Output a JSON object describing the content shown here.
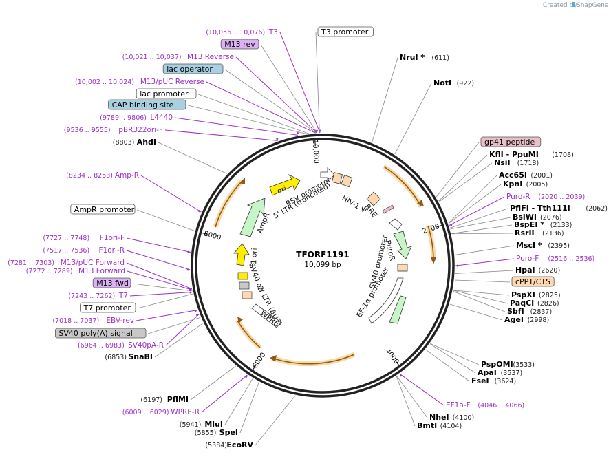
{
  "credit": {
    "text": "Created by",
    "brand": "SnapGene"
  },
  "plasmid": {
    "name": "TFORF1191",
    "length": "10,099 bp",
    "size": 10099
  },
  "colors": {
    "primer": "#9b30c8",
    "arrow_yellow": "#ffee00",
    "arrow_green": "#c8f5c8",
    "orange_arrow": "#f5a000",
    "box_purple": "#dab2f2",
    "box_blue": "#a8d0e0",
    "box_peach": "#fcd9b0",
    "box_rose": "#e8c0c8",
    "box_grey": "#c8c8c8"
  },
  "ticks": [
    {
      "pos": 2000,
      "label": "2000"
    },
    {
      "pos": 4000,
      "label": "4000"
    },
    {
      "pos": 6000,
      "label": "6000"
    },
    {
      "pos": 8000,
      "label": "8000"
    },
    {
      "pos": 10000,
      "label": "10,000"
    }
  ],
  "sites": [
    {
      "id": "s1",
      "name": "NruI *",
      "pos": "(611)",
      "kind": "enzyme",
      "at": 611
    },
    {
      "id": "s2",
      "name": "NotI",
      "pos": "(922)",
      "kind": "enzyme",
      "at": 922
    },
    {
      "id": "s3",
      "name": "gp41 peptide",
      "pos": "",
      "kind": "box",
      "box": "rose",
      "at": 1650
    },
    {
      "id": "s4",
      "name": "KflI  - PpuMI",
      "pos": "(1708)",
      "kind": "enzyme",
      "at": 1708
    },
    {
      "id": "s5",
      "name": "NsiI",
      "pos": "(1718)",
      "kind": "enzyme",
      "at": 1718
    },
    {
      "id": "s6",
      "name": "Acc65I",
      "pos": "(2001)",
      "kind": "enzyme",
      "at": 2001
    },
    {
      "id": "s7",
      "name": "KpnI",
      "pos": "(2005)",
      "kind": "enzyme",
      "at": 2005
    },
    {
      "id": "s8",
      "name": "Puro-R",
      "pos": "(2020 .. 2039)",
      "kind": "primer",
      "at": 2030
    },
    {
      "id": "s9",
      "name": "PflFI  - Tth111I",
      "pos": "(2062)",
      "kind": "enzyme",
      "at": 2062
    },
    {
      "id": "s10",
      "name": "BsiWI",
      "pos": "(2076)",
      "kind": "enzyme",
      "at": 2076
    },
    {
      "id": "s11",
      "name": "BspEI *",
      "pos": "(2133)",
      "kind": "enzyme",
      "at": 2133
    },
    {
      "id": "s12",
      "name": "RsrII",
      "pos": "(2136)",
      "kind": "enzyme",
      "at": 2136
    },
    {
      "id": "s13",
      "name": "MscI *",
      "pos": "(2395)",
      "kind": "enzyme",
      "at": 2395
    },
    {
      "id": "s14",
      "name": "Puro-F",
      "pos": "(2516 .. 2536)",
      "kind": "primer",
      "at": 2526
    },
    {
      "id": "s15",
      "name": "HpaI",
      "pos": "(2620)",
      "kind": "enzyme",
      "at": 2620
    },
    {
      "id": "s16",
      "name": "cPPT/CTS",
      "pos": "",
      "kind": "box",
      "box": "peach",
      "at": 2700
    },
    {
      "id": "s17",
      "name": "PspXI",
      "pos": "(2825)",
      "kind": "enzyme",
      "at": 2825
    },
    {
      "id": "s18",
      "name": "PaqCI",
      "pos": "(2826)",
      "kind": "enzyme",
      "at": 2826
    },
    {
      "id": "s19",
      "name": "SbfI",
      "pos": "(2837)",
      "kind": "enzyme",
      "at": 2837
    },
    {
      "id": "s20",
      "name": "AgeI",
      "pos": "(2998)",
      "kind": "enzyme",
      "at": 2998
    },
    {
      "id": "s21",
      "name": "PspOMI",
      "pos": "(3533)",
      "kind": "enzyme",
      "at": 3533
    },
    {
      "id": "s22",
      "name": "ApaI",
      "pos": "(3537)",
      "kind": "enzyme",
      "at": 3537
    },
    {
      "id": "s23",
      "name": "FseI",
      "pos": "(3624)",
      "kind": "enzyme",
      "at": 3624
    },
    {
      "id": "s24",
      "name": "EF1a-F",
      "pos": "(4046 .. 4066)",
      "kind": "primer",
      "at": 4056
    },
    {
      "id": "s25",
      "name": "NheI",
      "pos": "(4100)",
      "kind": "enzyme",
      "at": 4100
    },
    {
      "id": "s26",
      "name": "BmtI",
      "pos": "(4104)",
      "kind": "enzyme",
      "at": 4104
    },
    {
      "id": "s27",
      "name": "EcoRV",
      "pos": "(5384)",
      "kind": "enzyme",
      "at": 5384
    },
    {
      "id": "s28",
      "name": "SpeI",
      "pos": "(5855)",
      "kind": "enzyme",
      "at": 5855
    },
    {
      "id": "s29",
      "name": "MluI",
      "pos": "(5941)",
      "kind": "enzyme",
      "at": 5941
    },
    {
      "id": "s30",
      "name": "WPRE-R",
      "pos": "(6009 .. 6029)",
      "kind": "primer",
      "at": 6019
    },
    {
      "id": "s31",
      "name": "PflMI",
      "pos": "(6197)",
      "kind": "enzyme",
      "at": 6197
    },
    {
      "id": "s32",
      "name": "SnaBI",
      "pos": "(6853)",
      "kind": "enzyme",
      "at": 6853
    },
    {
      "id": "s33",
      "name": "SV40pA-R",
      "pos": "(6964 .. 6983)",
      "kind": "primer",
      "at": 6973
    },
    {
      "id": "s34",
      "name": "SV40 poly(A) signal",
      "pos": "",
      "kind": "box",
      "box": "grey",
      "at": 6930
    },
    {
      "id": "s35",
      "name": "EBV-rev",
      "pos": "(7018 .. 7037)",
      "kind": "primer",
      "at": 7027
    },
    {
      "id": "s36",
      "name": "T7 promoter",
      "pos": "",
      "kind": "box",
      "box": "white",
      "at": 7230
    },
    {
      "id": "s37",
      "name": "T7",
      "pos": "(7243 .. 7262)",
      "kind": "primer",
      "at": 7252
    },
    {
      "id": "s38",
      "name": "M13 fwd",
      "pos": "",
      "kind": "box",
      "box": "purple",
      "at": 7265
    },
    {
      "id": "s39",
      "name": "M13 Forward",
      "pos": "(7272 .. 7289)",
      "kind": "primer",
      "at": 7280
    },
    {
      "id": "s40",
      "name": "M13/pUC Forward",
      "pos": "(7281 .. 7303)",
      "kind": "primer",
      "at": 7292
    },
    {
      "id": "s41",
      "name": "F1ori-R",
      "pos": "(7517 .. 7536)",
      "kind": "primer",
      "at": 7526
    },
    {
      "id": "s42",
      "name": "F1ori-F",
      "pos": "(7727 .. 7748)",
      "kind": "primer",
      "at": 7737
    },
    {
      "id": "s43",
      "name": "AmpR promoter",
      "pos": "",
      "kind": "box",
      "box": "white",
      "at": 8000
    },
    {
      "id": "s44",
      "name": "Amp-R",
      "pos": "(8234 .. 8253)",
      "kind": "primer",
      "at": 8243
    },
    {
      "id": "s45",
      "name": "AhdI",
      "pos": "(8803)",
      "kind": "enzyme",
      "at": 8803
    },
    {
      "id": "s46",
      "name": "pBR322ori-F",
      "pos": "(9536 .. 9555)",
      "kind": "primer",
      "at": 9545
    },
    {
      "id": "s47",
      "name": "L4440",
      "pos": "(9789 .. 9806)",
      "kind": "primer",
      "at": 9797
    },
    {
      "id": "s48",
      "name": "CAP binding site",
      "pos": "",
      "kind": "box",
      "box": "blue",
      "at": 9900
    },
    {
      "id": "s49",
      "name": "lac promoter",
      "pos": "",
      "kind": "box",
      "box": "white",
      "at": 9930
    },
    {
      "id": "s50",
      "name": "M13/pUC Reverse",
      "pos": "(10,002 .. 10,024)",
      "kind": "primer",
      "at": 10013
    },
    {
      "id": "s51",
      "name": "lac operator",
      "pos": "",
      "kind": "box",
      "box": "blue",
      "at": 10020
    },
    {
      "id": "s52",
      "name": "M13 Reverse",
      "pos": "(10,021 .. 10,037)",
      "kind": "primer",
      "at": 10029
    },
    {
      "id": "s53",
      "name": "M13 rev",
      "pos": "",
      "kind": "box",
      "box": "purple",
      "at": 10030
    },
    {
      "id": "s54",
      "name": "T3",
      "pos": "(10,056 .. 10,076)",
      "kind": "primer",
      "at": 10066
    },
    {
      "id": "s55",
      "name": "T3 promoter",
      "pos": "",
      "kind": "box",
      "box": "white",
      "at": 10060
    }
  ],
  "features": [
    {
      "id": "f1",
      "name": "ori",
      "label_kind": "in-arrow"
    },
    {
      "id": "f2",
      "name": "AmpR"
    },
    {
      "id": "f3",
      "name": "f1 ori"
    },
    {
      "id": "f4",
      "name": "RSV promoter"
    },
    {
      "id": "f5",
      "name": "5' LTR (truncated)"
    },
    {
      "id": "f6",
      "name": "HIV-1 Ψ"
    },
    {
      "id": "f7",
      "name": "RRE"
    },
    {
      "id": "f8",
      "name": "PuroR"
    },
    {
      "id": "f9",
      "name": "SV40 promoter"
    },
    {
      "id": "f10",
      "name": "EF-1α promoter"
    },
    {
      "id": "f11",
      "name": "SV40 ori"
    },
    {
      "id": "f12",
      "name": "3' LTR (ΔU3)"
    },
    {
      "id": "f13",
      "name": "WPRE"
    }
  ]
}
